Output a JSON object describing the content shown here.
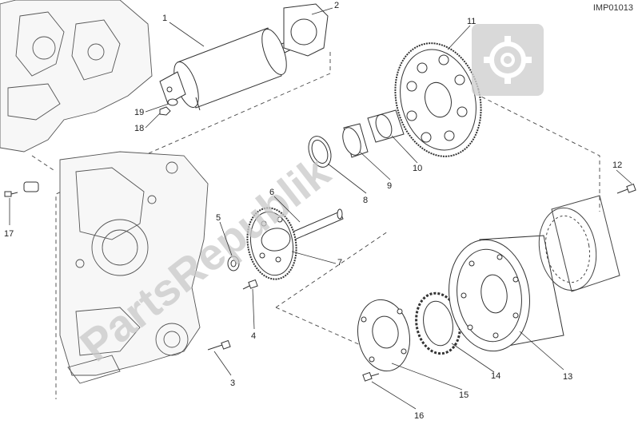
{
  "diagram": {
    "ref_code": "IMP01013",
    "watermark_text": "PartsRepublik",
    "watermark_icon": "gear-icon",
    "callouts": [
      {
        "id": "c1",
        "label": "1"
      },
      {
        "id": "c2",
        "label": "2"
      },
      {
        "id": "c3",
        "label": "3"
      },
      {
        "id": "c4",
        "label": "4"
      },
      {
        "id": "c5",
        "label": "5"
      },
      {
        "id": "c6",
        "label": "6"
      },
      {
        "id": "c7",
        "label": "7"
      },
      {
        "id": "c8",
        "label": "8"
      },
      {
        "id": "c9",
        "label": "9"
      },
      {
        "id": "c10",
        "label": "10"
      },
      {
        "id": "c11",
        "label": "11"
      },
      {
        "id": "c12",
        "label": "12"
      },
      {
        "id": "c13",
        "label": "13"
      },
      {
        "id": "c14",
        "label": "14"
      },
      {
        "id": "c15",
        "label": "15"
      },
      {
        "id": "c16",
        "label": "16"
      },
      {
        "id": "c17",
        "label": "17"
      },
      {
        "id": "c18",
        "label": "18"
      },
      {
        "id": "c19",
        "label": "19"
      }
    ]
  }
}
